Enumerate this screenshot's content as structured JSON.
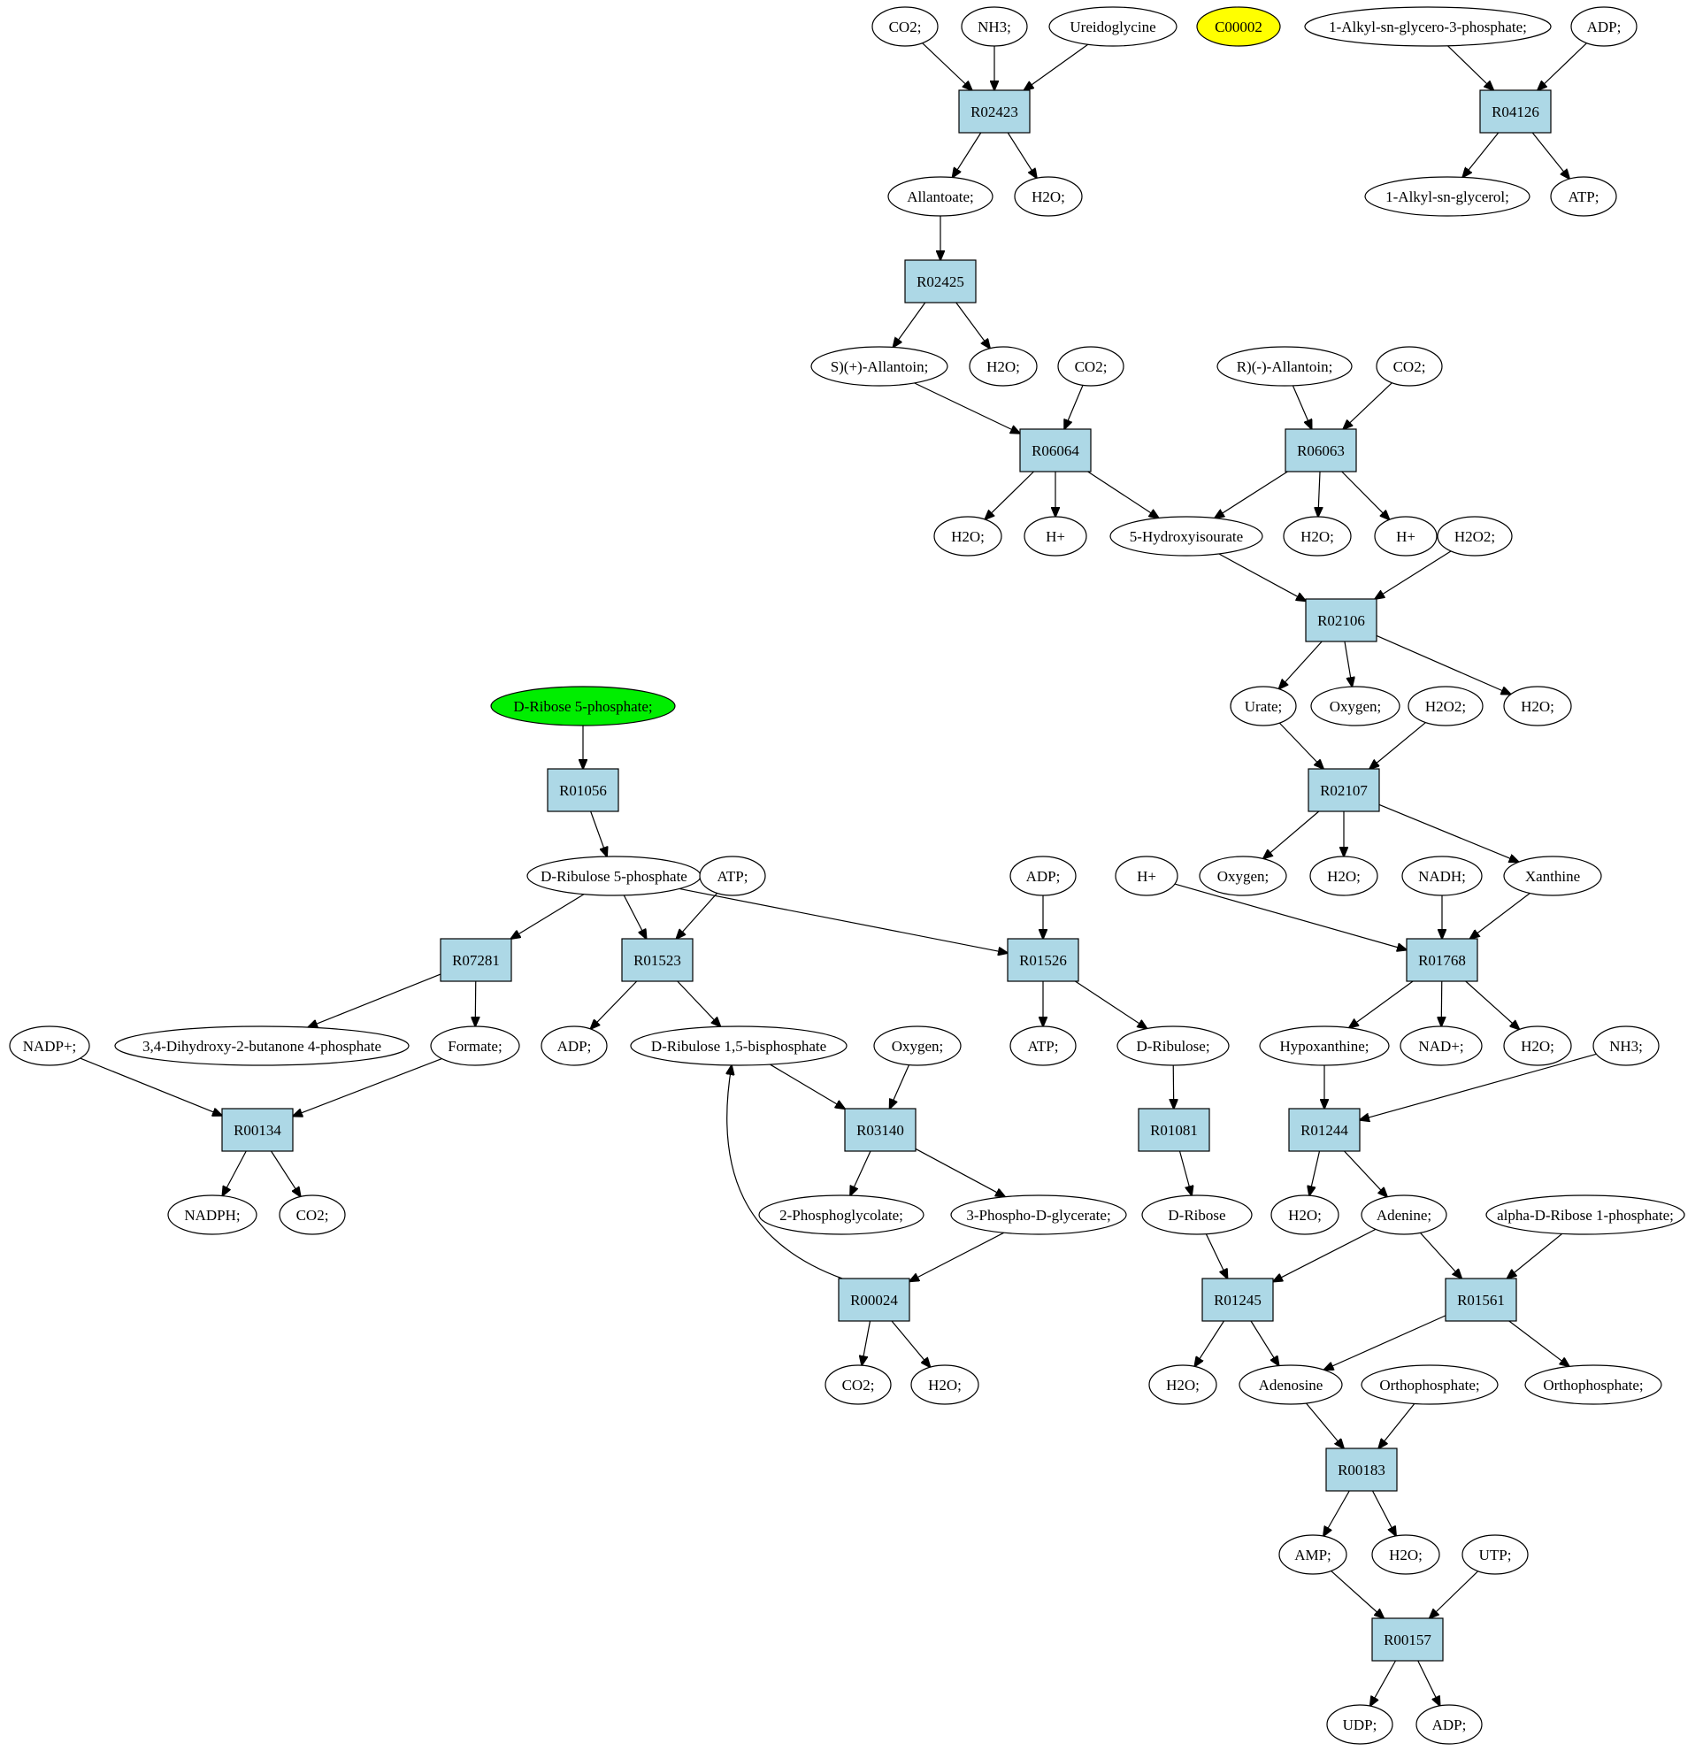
{
  "colors": {
    "reaction_fill": "#add8e6",
    "compound_fill": "#ffffff",
    "start_fill": "#00ee00",
    "target_fill": "#ffff00"
  },
  "reactions": [
    {
      "id": "r02423",
      "label": "R02423"
    },
    {
      "id": "r04126",
      "label": "R04126"
    },
    {
      "id": "r02425",
      "label": "R02425"
    },
    {
      "id": "r06064",
      "label": "R06064"
    },
    {
      "id": "r06063",
      "label": "R06063"
    },
    {
      "id": "r02106",
      "label": "R02106"
    },
    {
      "id": "r02107",
      "label": "R02107"
    },
    {
      "id": "r01056",
      "label": "R01056"
    },
    {
      "id": "r07281",
      "label": "R07281"
    },
    {
      "id": "r01523",
      "label": "R01523"
    },
    {
      "id": "r01526",
      "label": "R01526"
    },
    {
      "id": "r01768",
      "label": "R01768"
    },
    {
      "id": "r00134",
      "label": "R00134"
    },
    {
      "id": "r03140",
      "label": "R03140"
    },
    {
      "id": "r01081",
      "label": "R01081"
    },
    {
      "id": "r01244",
      "label": "R01244"
    },
    {
      "id": "r00024",
      "label": "R00024"
    },
    {
      "id": "r01245",
      "label": "R01245"
    },
    {
      "id": "r01561",
      "label": "R01561"
    },
    {
      "id": "r00183",
      "label": "R00183"
    },
    {
      "id": "r00157",
      "label": "R00157"
    }
  ],
  "compounds": [
    {
      "id": "co2_a",
      "label": "CO2;"
    },
    {
      "id": "nh3_a",
      "label": "NH3;"
    },
    {
      "id": "ureidoglycine",
      "label": "Ureidoglycine"
    },
    {
      "id": "c00002",
      "label": "C00002",
      "kind": "target"
    },
    {
      "id": "alkyl_g3p",
      "label": "1-Alkyl-sn-glycero-3-phosphate;"
    },
    {
      "id": "adp_a",
      "label": "ADP;"
    },
    {
      "id": "allantoate",
      "label": "Allantoate;"
    },
    {
      "id": "h2o_a",
      "label": "H2O;"
    },
    {
      "id": "alkyl_glycerol",
      "label": "1-Alkyl-sn-glycerol;"
    },
    {
      "id": "atp_a",
      "label": "ATP;"
    },
    {
      "id": "s_allantoin",
      "label": "S)(+)-Allantoin;"
    },
    {
      "id": "h2o_b",
      "label": "H2O;"
    },
    {
      "id": "co2_b",
      "label": "CO2;"
    },
    {
      "id": "r_allantoin",
      "label": "R)(-)-Allantoin;"
    },
    {
      "id": "co2_c",
      "label": "CO2;"
    },
    {
      "id": "h2o_c",
      "label": "H2O;"
    },
    {
      "id": "hplus_a",
      "label": "H+"
    },
    {
      "id": "hydroxyisourate",
      "label": "5-Hydroxyisourate"
    },
    {
      "id": "h2o_d",
      "label": "H2O;"
    },
    {
      "id": "hplus_b",
      "label": "H+"
    },
    {
      "id": "h2o2_a",
      "label": "H2O2;"
    },
    {
      "id": "ribose5p",
      "label": "D-Ribose 5-phosphate;",
      "kind": "start"
    },
    {
      "id": "urate",
      "label": "Urate;"
    },
    {
      "id": "oxygen_a",
      "label": "Oxygen;"
    },
    {
      "id": "h2o2_b",
      "label": "H2O2;"
    },
    {
      "id": "h2o_e",
      "label": "H2O;"
    },
    {
      "id": "ribulose5p",
      "label": "D-Ribulose 5-phosphate"
    },
    {
      "id": "atp_b",
      "label": "ATP;"
    },
    {
      "id": "adp_b",
      "label": "ADP;"
    },
    {
      "id": "hplus_c",
      "label": "H+"
    },
    {
      "id": "oxygen_b",
      "label": "Oxygen;"
    },
    {
      "id": "h2o_f",
      "label": "H2O;"
    },
    {
      "id": "nadh",
      "label": "NADH;"
    },
    {
      "id": "xanthine",
      "label": "Xanthine"
    },
    {
      "id": "nadp",
      "label": "NADP+;"
    },
    {
      "id": "dihydroxybutanone",
      "label": "3,4-Dihydroxy-2-butanone 4-phosphate"
    },
    {
      "id": "formate",
      "label": "Formate;"
    },
    {
      "id": "adp_c",
      "label": "ADP;"
    },
    {
      "id": "ribulose15bp",
      "label": "D-Ribulose 1,5-bisphosphate"
    },
    {
      "id": "oxygen_c",
      "label": "Oxygen;"
    },
    {
      "id": "atp_c",
      "label": "ATP;"
    },
    {
      "id": "d_ribulose",
      "label": "D-Ribulose;"
    },
    {
      "id": "hypoxanthine",
      "label": "Hypoxanthine;"
    },
    {
      "id": "nad",
      "label": "NAD+;"
    },
    {
      "id": "h2o_g",
      "label": "H2O;"
    },
    {
      "id": "nh3_b",
      "label": "NH3;"
    },
    {
      "id": "nadph",
      "label": "NADPH;"
    },
    {
      "id": "co2_d",
      "label": "CO2;"
    },
    {
      "id": "phosphoglycolate",
      "label": "2-Phosphoglycolate;"
    },
    {
      "id": "phosphoglycerate",
      "label": "3-Phospho-D-glycerate;"
    },
    {
      "id": "d_ribose",
      "label": "D-Ribose"
    },
    {
      "id": "h2o_h",
      "label": "H2O;"
    },
    {
      "id": "adenine",
      "label": "Adenine;"
    },
    {
      "id": "ribose1p",
      "label": "alpha-D-Ribose 1-phosphate;"
    },
    {
      "id": "co2_e",
      "label": "CO2;"
    },
    {
      "id": "h2o_i",
      "label": "H2O;"
    },
    {
      "id": "h2o_j",
      "label": "H2O;"
    },
    {
      "id": "adenosine",
      "label": "Adenosine"
    },
    {
      "id": "orthophosphate_a",
      "label": "Orthophosphate;"
    },
    {
      "id": "orthophosphate_b",
      "label": "Orthophosphate;"
    },
    {
      "id": "amp",
      "label": "AMP;"
    },
    {
      "id": "h2o_k",
      "label": "H2O;"
    },
    {
      "id": "utp",
      "label": "UTP;"
    },
    {
      "id": "udp",
      "label": "UDP;"
    },
    {
      "id": "adp_d",
      "label": "ADP;"
    }
  ],
  "edges": [
    [
      "co2_a",
      "r02423"
    ],
    [
      "nh3_a",
      "r02423"
    ],
    [
      "ureidoglycine",
      "r02423"
    ],
    [
      "r02423",
      "allantoate"
    ],
    [
      "r02423",
      "h2o_a"
    ],
    [
      "alkyl_g3p",
      "r04126"
    ],
    [
      "adp_a",
      "r04126"
    ],
    [
      "r04126",
      "alkyl_glycerol"
    ],
    [
      "r04126",
      "atp_a"
    ],
    [
      "allantoate",
      "r02425"
    ],
    [
      "r02425",
      "s_allantoin"
    ],
    [
      "r02425",
      "h2o_b"
    ],
    [
      "s_allantoin",
      "r06064"
    ],
    [
      "co2_b",
      "r06064"
    ],
    [
      "r_allantoin",
      "r06063"
    ],
    [
      "co2_c",
      "r06063"
    ],
    [
      "r06064",
      "h2o_c"
    ],
    [
      "r06064",
      "hplus_a"
    ],
    [
      "r06064",
      "hydroxyisourate"
    ],
    [
      "r06063",
      "hydroxyisourate"
    ],
    [
      "r06063",
      "h2o_d"
    ],
    [
      "r06063",
      "hplus_b"
    ],
    [
      "hydroxyisourate",
      "r02106"
    ],
    [
      "h2o2_a",
      "r02106"
    ],
    [
      "r02106",
      "urate"
    ],
    [
      "r02106",
      "oxygen_a"
    ],
    [
      "r02106",
      "h2o_e"
    ],
    [
      "urate",
      "r02107"
    ],
    [
      "h2o2_b",
      "r02107"
    ],
    [
      "r02107",
      "oxygen_b"
    ],
    [
      "r02107",
      "h2o_f"
    ],
    [
      "r02107",
      "xanthine"
    ],
    [
      "ribose5p",
      "r01056"
    ],
    [
      "r01056",
      "ribulose5p"
    ],
    [
      "ribulose5p",
      "r07281"
    ],
    [
      "ribulose5p",
      "r01523"
    ],
    [
      "ribulose5p",
      "r01526"
    ],
    [
      "atp_b",
      "r01523"
    ],
    [
      "adp_b",
      "r01526"
    ],
    [
      "hplus_c",
      "r01768"
    ],
    [
      "nadh",
      "r01768"
    ],
    [
      "xanthine",
      "r01768"
    ],
    [
      "r07281",
      "dihydroxybutanone"
    ],
    [
      "r07281",
      "formate"
    ],
    [
      "r01523",
      "adp_c"
    ],
    [
      "r01523",
      "ribulose15bp"
    ],
    [
      "r01526",
      "atp_c"
    ],
    [
      "r01526",
      "d_ribulose"
    ],
    [
      "r01768",
      "hypoxanthine"
    ],
    [
      "r01768",
      "nad"
    ],
    [
      "r01768",
      "h2o_g"
    ],
    [
      "nadp",
      "r00134"
    ],
    [
      "formate",
      "r00134"
    ],
    [
      "r00134",
      "nadph"
    ],
    [
      "r00134",
      "co2_d"
    ],
    [
      "ribulose15bp",
      "r03140"
    ],
    [
      "oxygen_c",
      "r03140"
    ],
    [
      "r03140",
      "phosphoglycolate"
    ],
    [
      "r03140",
      "phosphoglycerate"
    ],
    [
      "d_ribulose",
      "r01081"
    ],
    [
      "r01081",
      "d_ribose"
    ],
    [
      "hypoxanthine",
      "r01244"
    ],
    [
      "nh3_b",
      "r01244"
    ],
    [
      "r01244",
      "h2o_h"
    ],
    [
      "r01244",
      "adenine"
    ],
    [
      "phosphoglycerate",
      "r00024"
    ],
    [
      "r00024",
      "co2_e"
    ],
    [
      "r00024",
      "h2o_i"
    ],
    [
      "r00024",
      "ribulose15bp"
    ],
    [
      "d_ribose",
      "r01245"
    ],
    [
      "adenine",
      "r01245"
    ],
    [
      "adenine",
      "r01561"
    ],
    [
      "ribose1p",
      "r01561"
    ],
    [
      "r01245",
      "h2o_j"
    ],
    [
      "r01245",
      "adenosine"
    ],
    [
      "r01561",
      "adenosine"
    ],
    [
      "r01561",
      "orthophosphate_b"
    ],
    [
      "adenosine",
      "r00183"
    ],
    [
      "orthophosphate_a",
      "r00183"
    ],
    [
      "r00183",
      "amp"
    ],
    [
      "r00183",
      "h2o_k"
    ],
    [
      "amp",
      "r00157"
    ],
    [
      "utp",
      "r00157"
    ],
    [
      "r00157",
      "udp"
    ],
    [
      "r00157",
      "adp_d"
    ]
  ]
}
